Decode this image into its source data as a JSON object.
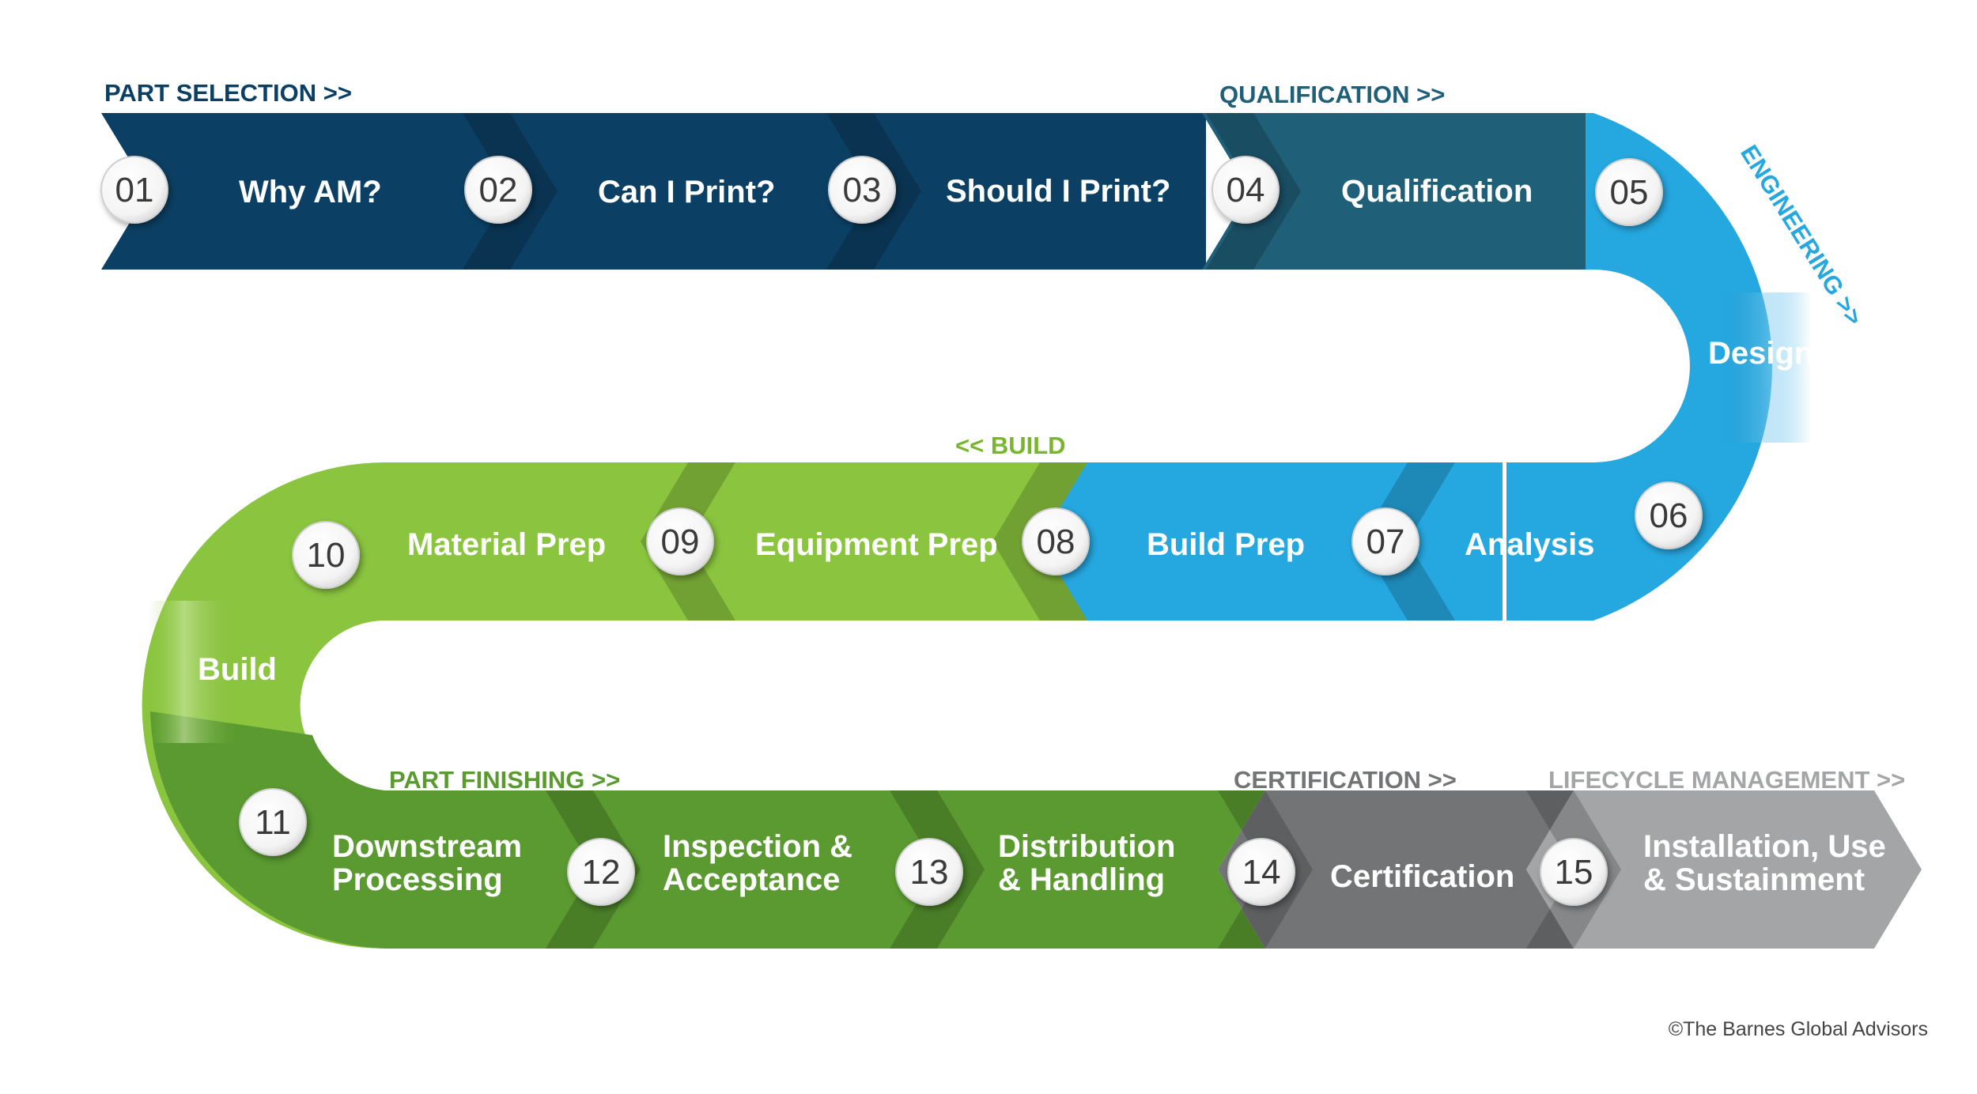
{
  "phases": {
    "part_selection": "PART SELECTION >>",
    "qualification": "QUALIFICATION >>",
    "engineering": "ENGINEERING >>",
    "build": "<< BUILD",
    "part_finishing": "PART FINISHING >>",
    "certification": "CERTIFICATION >>",
    "lifecycle": "LIFECYCLE MANAGEMENT >>"
  },
  "steps": [
    {
      "num": "01",
      "label": [
        "Why AM?"
      ]
    },
    {
      "num": "02",
      "label": [
        "Can I Print?"
      ]
    },
    {
      "num": "03",
      "label": [
        "Should I Print?"
      ]
    },
    {
      "num": "04",
      "label": [
        "Qualification"
      ]
    },
    {
      "num": "05",
      "label": []
    },
    {
      "num": "06",
      "label": []
    },
    {
      "num": "07",
      "label": [
        "Analysis"
      ]
    },
    {
      "num": "08",
      "label": [
        "Build Prep"
      ]
    },
    {
      "num": "09",
      "label": [
        "Equipment Prep"
      ]
    },
    {
      "num": "10",
      "label": [
        "Material Prep"
      ]
    },
    {
      "num": "11",
      "label": [
        "Downstream",
        "Processing"
      ]
    },
    {
      "num": "12",
      "label": [
        "Inspection &",
        "Acceptance"
      ]
    },
    {
      "num": "13",
      "label": [
        "Distribution",
        "& Handling"
      ]
    },
    {
      "num": "14",
      "label": [
        "Certification"
      ]
    },
    {
      "num": "15",
      "label": [
        "Installation, Use",
        "& Sustainment"
      ]
    }
  ],
  "curve_labels": {
    "design": "Design",
    "build": "Build"
  },
  "copyright": "©The Barnes Global Advisors",
  "colors": {
    "navy": "#0b3f63",
    "teal": "#1f5f78",
    "sky": "#25a7df",
    "lime": "#8bc53f",
    "green": "#5a9a30",
    "gray": "#727476",
    "light_gray": "#a3a5a7"
  }
}
